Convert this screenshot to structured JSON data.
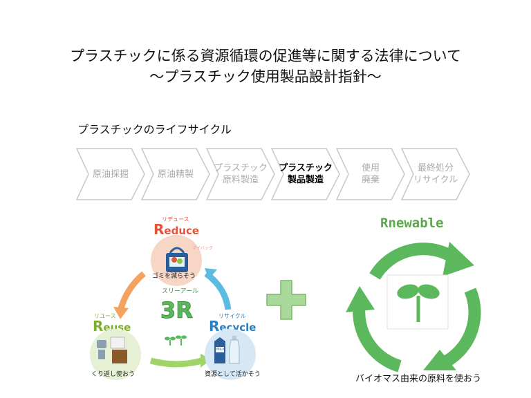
{
  "title": {
    "line1": "プラスチックに係る資源循環の促進等に関する法律について",
    "line2": "～プラスチック使用製品設計指針～"
  },
  "lifecycle": {
    "label": "プラスチックのライフサイクル",
    "steps": [
      {
        "line1": "原油採掘",
        "line2": ""
      },
      {
        "line1": "原油精製",
        "line2": ""
      },
      {
        "line1": "プラスチック",
        "line2": "原料製造"
      },
      {
        "line1": "プラスチック",
        "line2": "製品製造"
      },
      {
        "line1": "使用",
        "line2": "廃棄"
      },
      {
        "line1": "最終処分",
        "line2": "リサイクル"
      }
    ],
    "active_index": 3
  },
  "three_r": {
    "big": "3R",
    "kana": "スリーアール",
    "reduce": {
      "kana": "リデュース",
      "word_first": "R",
      "word_rest": "educe",
      "caption": "ゴミを減らそう",
      "bag_text": "マイバッグ"
    },
    "reuse": {
      "kana": "リユース",
      "word_first": "R",
      "word_rest": "euse",
      "caption": "くり返し使おう"
    },
    "recycle": {
      "kana": "リサイクル",
      "word_first": "R",
      "word_rest": "ecycle",
      "caption": "資源として活かそう",
      "milk_text": "MILK"
    }
  },
  "renewable": {
    "title": "Rnewable",
    "caption": "バイオマス由来の原料を使おう"
  },
  "colors": {
    "chevron_fill": "#ffffff",
    "chevron_stroke": "#c8c8c8",
    "reduce": "#e2533a",
    "reuse": "#7fae2e",
    "recycle": "#2a7fc0",
    "renew_green": "#5cb85c",
    "plus_green": "#a8d89a"
  }
}
